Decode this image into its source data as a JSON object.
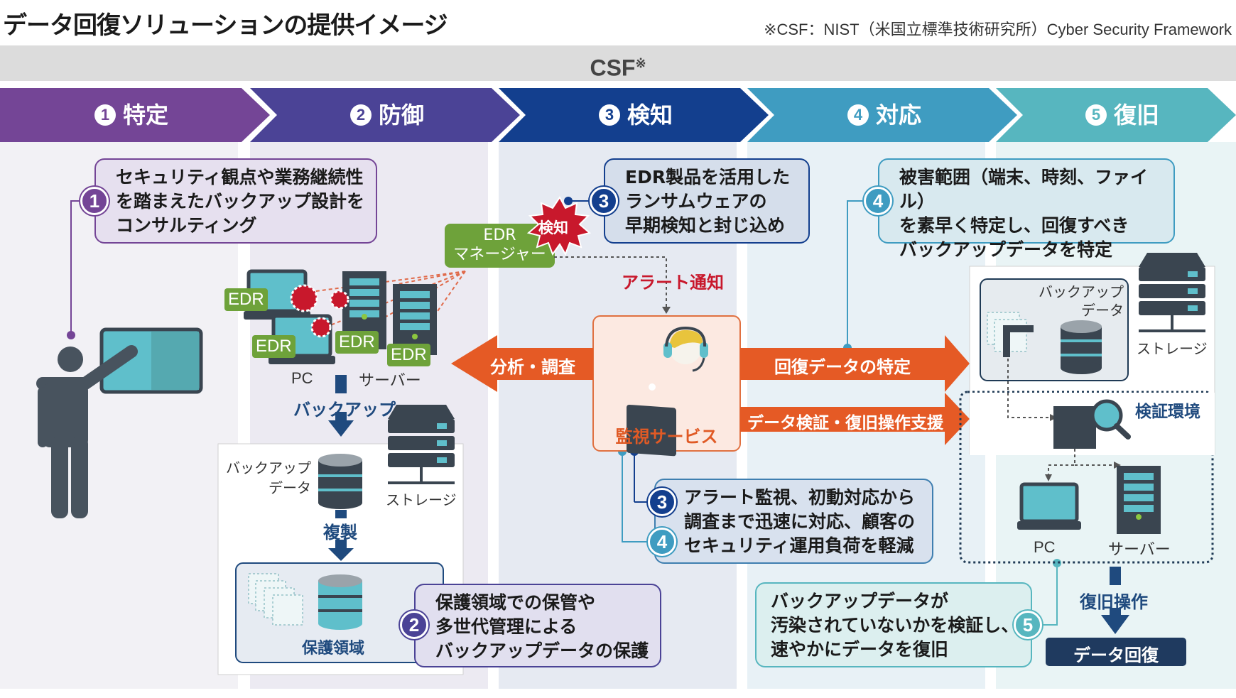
{
  "header": {
    "title": "データ回復ソリューションの提供イメージ",
    "footnote": "※CSF：NIST（米国立標準技術研究所）Cyber Security Framework",
    "csf_label": "CSF",
    "csf_mark": "※"
  },
  "phases": [
    {
      "num": "1",
      "label": "特定",
      "color": "#744596"
    },
    {
      "num": "2",
      "label": "防御",
      "color": "#4b4396"
    },
    {
      "num": "3",
      "label": "検知",
      "color": "#133f8e"
    },
    {
      "num": "4",
      "label": "対応",
      "color": "#3f9cc1"
    },
    {
      "num": "5",
      "label": "復旧",
      "color": "#57b6bf"
    }
  ],
  "callouts": {
    "c1": {
      "num": "1",
      "lines": [
        "セキュリティ観点や業務継続性",
        "を踏まえたバックアップ設計を",
        "コンサルティング"
      ]
    },
    "c2": {
      "num": "2",
      "lines": [
        "保護領域での保管や",
        "多世代管理による",
        "バックアップデータの保護"
      ]
    },
    "c3": {
      "num": "3",
      "lines": [
        "EDR製品を活用した",
        "ランサムウェアの",
        "早期検知と封じ込め"
      ]
    },
    "c4": {
      "num": "4",
      "lines": [
        "被害範囲（端末、時刻、ファイル）",
        "を素早く特定し、回復すべき",
        "バックアップデータを特定"
      ]
    },
    "c34": {
      "num_a": "3",
      "num_b": "4",
      "lines": [
        "アラート監視、初動対応から",
        "調査まで迅速に対応、顧客の",
        "セキュリティ運用負荷を軽減"
      ]
    },
    "c5": {
      "num": "5",
      "lines": [
        "バックアップデータが",
        "汚染されていないかを検証し、",
        "速やかにデータを復旧"
      ]
    }
  },
  "protect": {
    "edr_tag": "EDR",
    "pc_label": "PC",
    "server_label": "サーバー",
    "backup_label": "バックアップ",
    "backup_data_label": [
      "バックアップ",
      "データ"
    ],
    "storage_label": "ストレージ",
    "replicate_label": "複製",
    "protected_area_label": "保護領域"
  },
  "detect": {
    "edr_manager": [
      "EDR",
      "マネージャー"
    ],
    "detect_burst": "検知",
    "alert_label": "アラート通知",
    "monitoring_label": "監視サービス",
    "analysis_arrow": "分析・調査"
  },
  "respond": {
    "arrow_identify": "回復データの特定",
    "arrow_verify": "データ検証・復旧操作支援"
  },
  "recover": {
    "backup_data_label": [
      "バックアップ",
      "データ"
    ],
    "storage_label": "ストレージ",
    "verify_env_label": "検証環境",
    "pc_label": "PC",
    "server_label": "サーバー",
    "restore_op_label": "復旧操作",
    "data_recovery_label": "データ回復"
  }
}
